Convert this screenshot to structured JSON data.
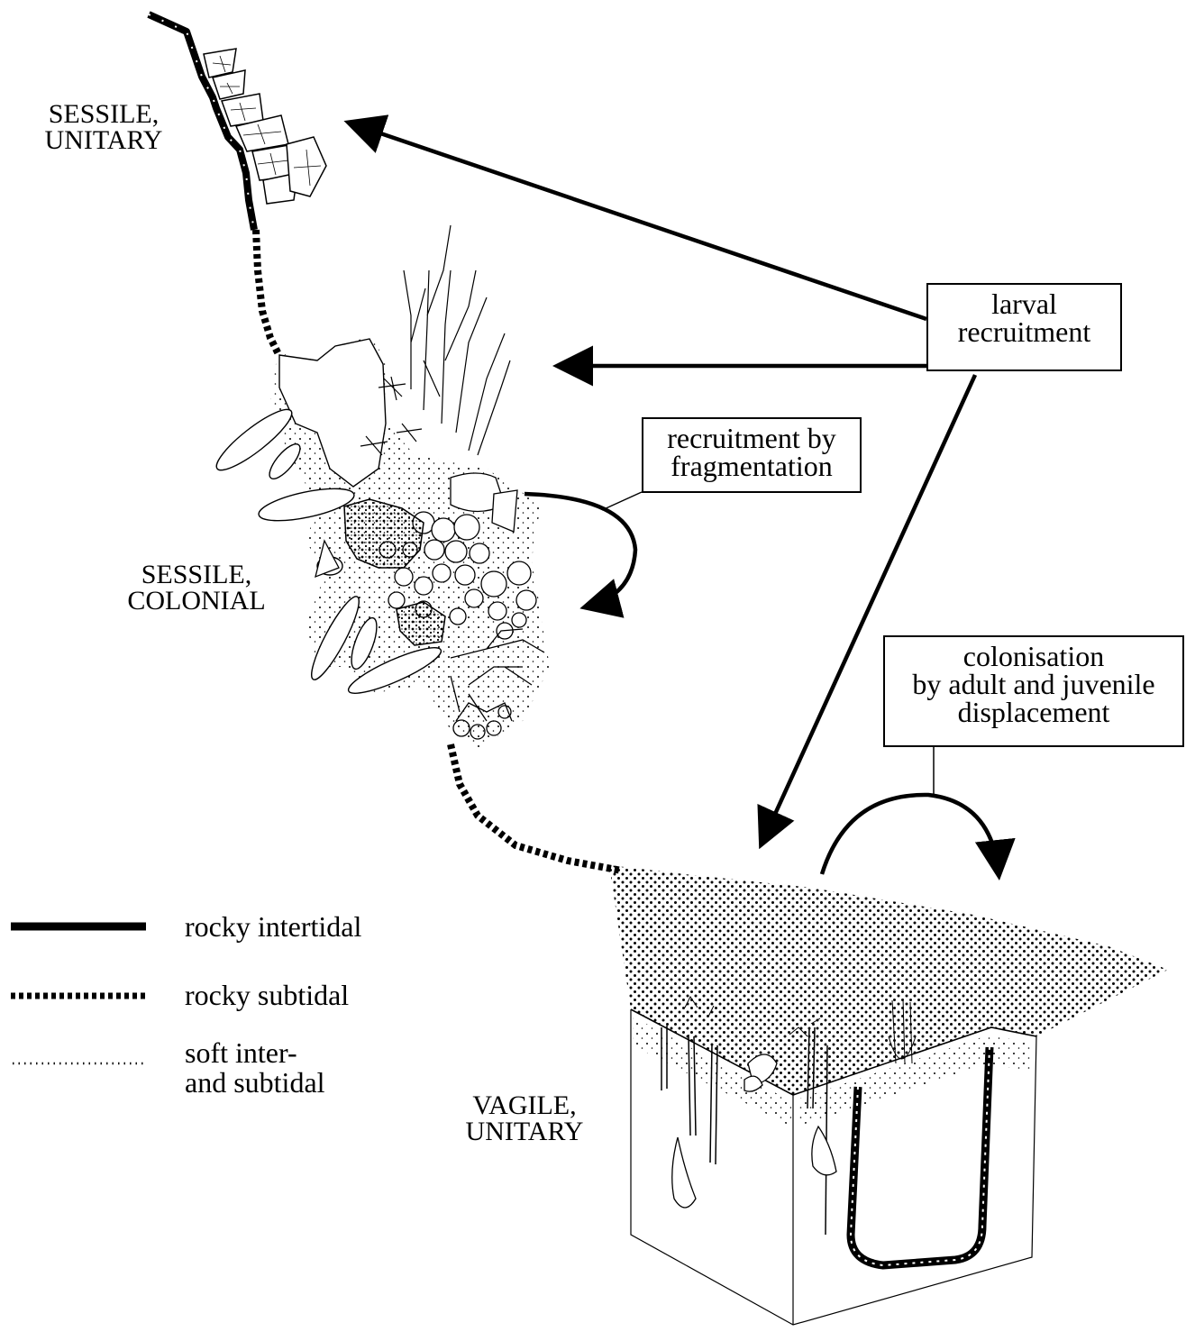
{
  "labels": {
    "sessile_unitary": [
      "SESSILE,",
      "UNITARY"
    ],
    "sessile_colonial": [
      "SESSILE,",
      "COLONIAL"
    ],
    "vagile_unitary": [
      "VAGILE,",
      "UNITARY"
    ]
  },
  "boxes": {
    "larval": [
      "larval",
      "recruitment"
    ],
    "fragmentation": [
      "recruitment by",
      "fragmentation"
    ],
    "colonisation": [
      "colonisation",
      "by adult and juvenile",
      "displacement"
    ]
  },
  "legend": [
    {
      "pattern": "solid",
      "text": [
        "rocky intertidal"
      ]
    },
    {
      "pattern": "checker",
      "text": [
        "rocky subtidal"
      ]
    },
    {
      "pattern": "dots",
      "text": [
        "soft inter-",
        "and subtidal"
      ]
    }
  ],
  "colors": {
    "ink": "#000000",
    "paper": "#ffffff"
  }
}
